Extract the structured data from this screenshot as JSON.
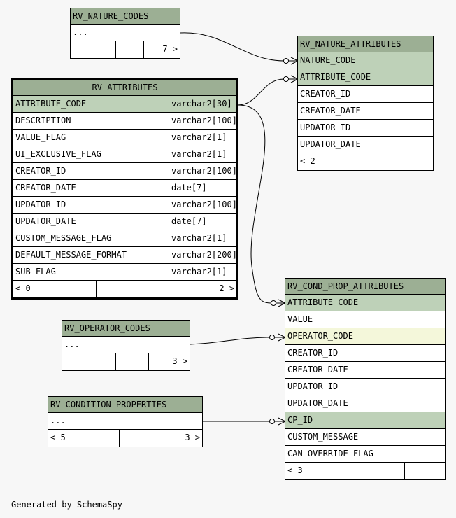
{
  "tables": {
    "rv_nature_codes": {
      "name": "RV_NATURE_CODES",
      "rows": [
        "..."
      ],
      "footer": [
        "",
        "",
        "7 >"
      ]
    },
    "rv_nature_attributes": {
      "name": "RV_NATURE_ATTRIBUTES",
      "rows": [
        "NATURE_CODE",
        "ATTRIBUTE_CODE",
        "CREATOR_ID",
        "CREATOR_DATE",
        "UPDATOR_ID",
        "UPDATOR_DATE"
      ],
      "footer": [
        "< 2",
        "",
        ""
      ]
    },
    "rv_attributes": {
      "name": "RV_ATTRIBUTES",
      "columns": [
        {
          "name": "ATTRIBUTE_CODE",
          "type": "varchar2[30]"
        },
        {
          "name": "DESCRIPTION",
          "type": "varchar2[100]"
        },
        {
          "name": "VALUE_FLAG",
          "type": "varchar2[1]"
        },
        {
          "name": "UI_EXCLUSIVE_FLAG",
          "type": "varchar2[1]"
        },
        {
          "name": "CREATOR_ID",
          "type": "varchar2[100]"
        },
        {
          "name": "CREATOR_DATE",
          "type": "date[7]"
        },
        {
          "name": "UPDATOR_ID",
          "type": "varchar2[100]"
        },
        {
          "name": "UPDATOR_DATE",
          "type": "date[7]"
        },
        {
          "name": "CUSTOM_MESSAGE_FLAG",
          "type": "varchar2[1]"
        },
        {
          "name": "DEFAULT_MESSAGE_FORMAT",
          "type": "varchar2[200]"
        },
        {
          "name": "SUB_FLAG",
          "type": "varchar2[1]"
        }
      ],
      "footer": [
        "< 0",
        "",
        "2 >"
      ]
    },
    "rv_operator_codes": {
      "name": "RV_OPERATOR_CODES",
      "rows": [
        "..."
      ],
      "footer": [
        "",
        "",
        "3 >"
      ]
    },
    "rv_condition_properties": {
      "name": "RV_CONDITION_PROPERTIES",
      "rows": [
        "..."
      ],
      "footer": [
        "< 5",
        "",
        "3 >"
      ]
    },
    "rv_cond_prop_attributes": {
      "name": "RV_COND_PROP_ATTRIBUTES",
      "rows": [
        "ATTRIBUTE_CODE",
        "VALUE",
        "OPERATOR_CODE",
        "CREATOR_ID",
        "CREATOR_DATE",
        "UPDATOR_ID",
        "UPDATOR_DATE",
        "CP_ID",
        "CUSTOM_MESSAGE",
        "CAN_OVERRIDE_FLAG"
      ],
      "footer": [
        "< 3",
        "",
        ""
      ]
    }
  },
  "generated_by": "Generated by SchemaSpy",
  "colors": {
    "header": "#9caf94",
    "key_row": "#bed1b8",
    "foreign_key_row": "#f4f7da",
    "background": "#f7f7f7"
  }
}
